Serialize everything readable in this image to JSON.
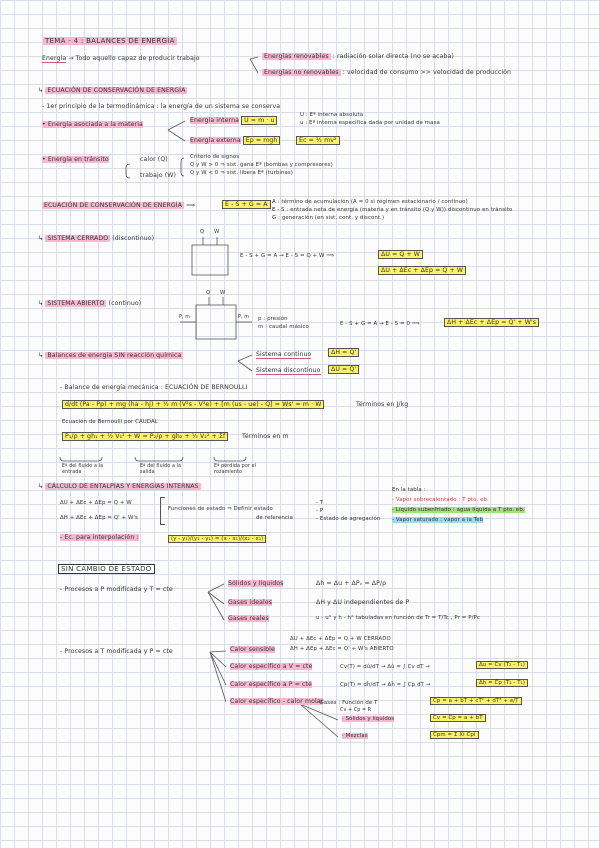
{
  "title": "TEMA - 4 : BALANCES DE ENERGÍA",
  "def": {
    "label": "Energía",
    "text": "Todo aquello capaz de producir trabajo",
    "renov_label": "Energías renovables",
    "renov_text": ": radiación solar directa (no se acaba)",
    "norenov_label": "Energías no renovables",
    "norenov_text": ": velocidad de consumo >> velocidad de producción"
  },
  "ecc": {
    "title": "ECUACIÓN DE CONSERVACIÓN DE ENERGÍA",
    "principio": "- 1er principio de la termodinámica : la energía de un sistema se conserva",
    "asociada": "• Energía asociada a la materia",
    "interna": "Energía interna",
    "interna_eq": "U = m · u",
    "u_def1": "U : Eª interna absoluta",
    "u_def2": "u : Eª interna específica dada por unidad de masa",
    "externa": "Energía externa",
    "ep": "Ep = mgh",
    "ec": "Ec = ½ mv²",
    "transito": "• Energía en tránsito",
    "calor": "calor (Q)",
    "trabajo": "trabajo (W)",
    "criterio": "Criterio de signos",
    "signo1": "Q y W > 0 ⇒ sist. gana Eª (bombas y compresores)",
    "signo2": "Q y W < 0 ⇒ sist. libera Eª (turbinas)"
  },
  "eqc": {
    "title": "ECUACIÓN DE CONSERVACIÓN DE ENERGÍA",
    "formula": "E - S + G = A",
    "a": "A : término de acumulación (A = 0 si régimen estacionario / continuo)",
    "es": "E - S : entrada neta de energía (materia y en tránsito (Q y W)) discontinuo en tránsito",
    "g": "G : generación (en sist. cont. y discont.)"
  },
  "cerrado": {
    "title": "SISTEMA CERRADO",
    "sub": "(discontinuo)",
    "q": "Q",
    "w": "W",
    "eq": "E - S + G = A  →  E - S = Q + W  ⟹",
    "r1": "ΔU = Q + W",
    "r2": "ΔU + ΔEc + ΔEp = Q + W"
  },
  "abierto": {
    "title": "SISTEMA ABIERTO",
    "sub": "(continuo)",
    "q": "Q",
    "w": "W",
    "pm_in": "P, m",
    "pm_out": "P, m",
    "p": "p : presión",
    "m": "m : caudal másico",
    "eq": "E - S + G = A  →  E - S = 0  ⟹",
    "r1": "ΔH + ΔEc + ΔEp = Q' + W's"
  },
  "sin_reaccion": {
    "title": "Balances de energía SIN reacción química",
    "cont": "Sistema continuo",
    "cont_eq": "ΔH = Q'",
    "disc": "Sistema discontinuo",
    "disc_eq": "ΔU = Q'",
    "mec": "- Balance de energía mecánica : ECUACIÓN DE BERNOULLI",
    "bern": "d/dt (Pa - Pp) + mg (ha - hj) + ½ m (V²s - V²e) + [m (us - ue) - Q] = Ws' = m · W",
    "bern_units": "Términos en J/kg",
    "caudal": "Ecuación de Bernoulli por CAUDAL",
    "bern2": "P₁/ρ + gh₁ + ½ V₁² + W = P₂/ρ + gh₂ + ½ V₂² + Σf",
    "bern2_units": "Términos en m",
    "lab1": "Eª del fluido a la entrada",
    "lab2": "Eª del fluido a la salida",
    "lab3": "Eª pérdida por el rozamiento"
  },
  "entalpias": {
    "title": "CÁLCULO DE ENTALPÍAS Y ENERGÍAS INTERNAS",
    "du": "ΔU + ΔEc + ΔEp = Q + W",
    "dh": "ΔH + ΔEc + ΔEp = Q' + W's",
    "funciones": "Funciones de estado ⇒ Definir estado",
    "ref": "de referencia",
    "tp1": "- T",
    "tp2": "- P",
    "agreg": "- Estado de agregación",
    "tabla": "En la tabla :",
    "t1": "- Vapor sobrecalentado : T pto. eb.",
    "t2": "- Líquido subenfriado : agua líquida a T pto. eb.",
    "t3": "- Vapor saturado : vapor a la Teb",
    "interp": "- Ec. para interpolación :",
    "interp_eq": "(y - y₁)/(y₂ - y₁) = (x - x₁)/(x₂ - x₁)"
  },
  "sin_cambio": {
    "title": "SIN CAMBIO DE ESTADO",
    "p_mod": "- Procesos a P modificada y T = cte",
    "solidos": "Sólidos y líquidos",
    "solidos_eq": "Δh = Δu + ΔPᵥ = ΔP/ρ",
    "ideales": "Gases ideales",
    "ideales_eq": "ΔH y ΔU independientes de P",
    "reales": "Gases reales",
    "reales_eq": "u - u° y h - h° tabuladas en función de Tr = T/Tc , Pr = P/Pc",
    "t_mod": "- Procesos a T modificada y P = cte",
    "cerrado": "ΔU + ΔEc + ΔEp = Q + W   CERRADO",
    "abierto": "ΔH + ΔEp + ΔEc = Q' + W's  ABIERTO",
    "sensible": "Calor sensible",
    "cv_label": "Calor específico a V = cte",
    "cv_eq": "Cv(T) = dû/dT → Δû = ∫ Cv dT → ",
    "cv_box": "Δu = C̄v (T₂ - T₁)",
    "cp_label": "Calor específico a P = cte",
    "cp_eq": "Cp(T) = dĥ/dT → Δĥ = ∫ Cp dT → ",
    "cp_box": "Δh = C̄p (T₂ - T₁)",
    "molar": "Calor específico - calor molar",
    "gases": "· Gases : Función de T",
    "gases_sub": "Cv + Cp = R",
    "gases_box": "Cp = a + bT + cT² + dT³ + e/T",
    "sl": "· Sólidos y líquidos",
    "sl_box": "Cv = Cp = a + bT",
    "mez": "· Mezclas",
    "mez_box": "Cpm = Σ Xi Cpi"
  }
}
